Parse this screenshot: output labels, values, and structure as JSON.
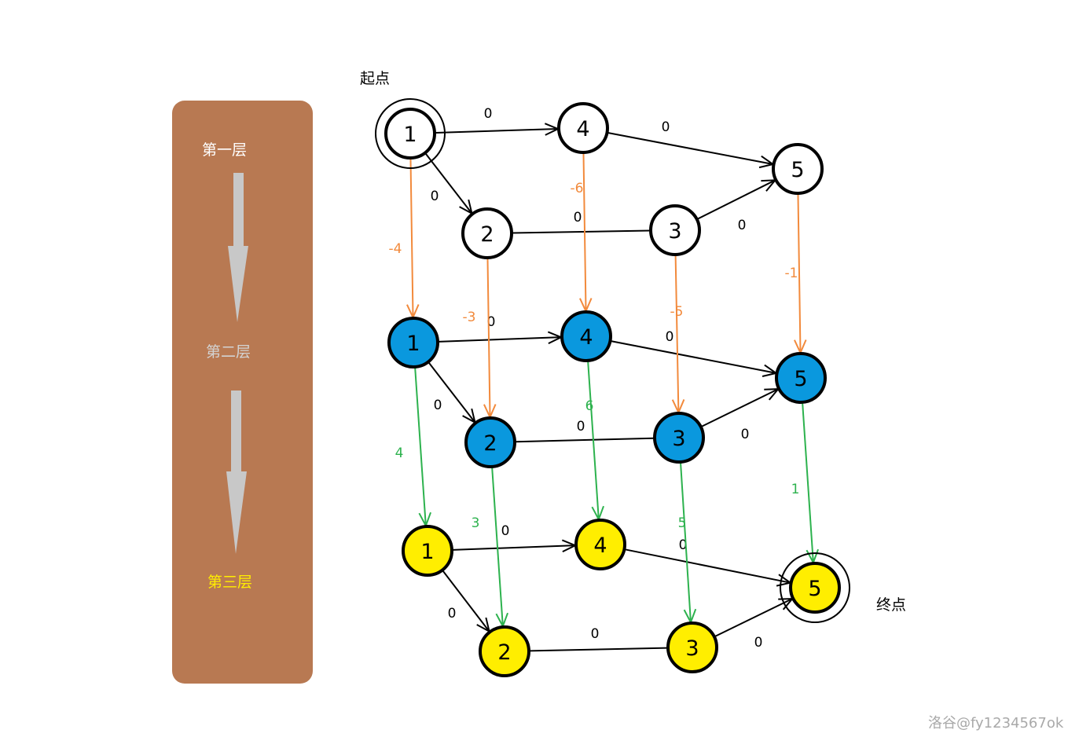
{
  "panel": {
    "layers": [
      {
        "label": "第一层",
        "color": "#ffffff"
      },
      {
        "label": "第二层",
        "color": "#d3d3d3"
      },
      {
        "label": "第三层",
        "color": "#ffee00"
      }
    ]
  },
  "annotations": {
    "start": "起点",
    "end": "终点"
  },
  "watermark": "洛谷@fy1234567ok",
  "colors": {
    "layer1": "#ffffff",
    "layer2": "#0a98de",
    "layer3": "#ffee00",
    "down_edge_1_2": "#f28a3c",
    "down_edge_2_3": "#2db24e",
    "same_layer_edge": "#000000",
    "panel_bg": "#b87952",
    "panel_arrow": "#c8c8c8"
  },
  "graph": {
    "nodes": [
      {
        "id": "L1-1",
        "label": "1",
        "layer": 1
      },
      {
        "id": "L1-2",
        "label": "2",
        "layer": 1
      },
      {
        "id": "L1-3",
        "label": "3",
        "layer": 1
      },
      {
        "id": "L1-4",
        "label": "4",
        "layer": 1
      },
      {
        "id": "L1-5",
        "label": "5",
        "layer": 1
      },
      {
        "id": "L2-1",
        "label": "1",
        "layer": 2
      },
      {
        "id": "L2-2",
        "label": "2",
        "layer": 2
      },
      {
        "id": "L2-3",
        "label": "3",
        "layer": 2
      },
      {
        "id": "L2-4",
        "label": "4",
        "layer": 2
      },
      {
        "id": "L2-5",
        "label": "5",
        "layer": 2
      },
      {
        "id": "L3-1",
        "label": "1",
        "layer": 3
      },
      {
        "id": "L3-2",
        "label": "2",
        "layer": 3
      },
      {
        "id": "L3-3",
        "label": "3",
        "layer": 3
      },
      {
        "id": "L3-4",
        "label": "4",
        "layer": 3
      },
      {
        "id": "L3-5",
        "label": "5",
        "layer": 3
      }
    ],
    "edges": [
      {
        "from": "L1-1",
        "to": "L1-4",
        "weight": "0",
        "kind": "same",
        "arrow": true
      },
      {
        "from": "L1-1",
        "to": "L1-2",
        "weight": "0",
        "kind": "same",
        "arrow": true
      },
      {
        "from": "L1-4",
        "to": "L1-5",
        "weight": "0",
        "kind": "same",
        "arrow": true
      },
      {
        "from": "L1-2",
        "to": "L1-3",
        "weight": "0",
        "kind": "same",
        "arrow": false
      },
      {
        "from": "L1-3",
        "to": "L1-5",
        "weight": "0",
        "kind": "same",
        "arrow": true
      },
      {
        "from": "L2-1",
        "to": "L2-4",
        "weight": "0",
        "kind": "same",
        "arrow": true
      },
      {
        "from": "L2-1",
        "to": "L2-2",
        "weight": "0",
        "kind": "same",
        "arrow": true
      },
      {
        "from": "L2-4",
        "to": "L2-5",
        "weight": "0",
        "kind": "same",
        "arrow": true
      },
      {
        "from": "L2-2",
        "to": "L2-3",
        "weight": "0",
        "kind": "same",
        "arrow": false
      },
      {
        "from": "L2-3",
        "to": "L2-5",
        "weight": "0",
        "kind": "same",
        "arrow": true
      },
      {
        "from": "L3-1",
        "to": "L3-4",
        "weight": "0",
        "kind": "same",
        "arrow": true
      },
      {
        "from": "L3-1",
        "to": "L3-2",
        "weight": "0",
        "kind": "same",
        "arrow": true
      },
      {
        "from": "L3-4",
        "to": "L3-5",
        "weight": "0",
        "kind": "same",
        "arrow": true
      },
      {
        "from": "L3-2",
        "to": "L3-3",
        "weight": "0",
        "kind": "same",
        "arrow": false
      },
      {
        "from": "L3-3",
        "to": "L3-5",
        "weight": "0",
        "kind": "same",
        "arrow": true
      },
      {
        "from": "L1-1",
        "to": "L2-1",
        "weight": "-4",
        "kind": "down12",
        "arrow": true
      },
      {
        "from": "L1-2",
        "to": "L2-2",
        "weight": "-3",
        "kind": "down12",
        "arrow": true
      },
      {
        "from": "L1-4",
        "to": "L2-4",
        "weight": "-6",
        "kind": "down12",
        "arrow": true
      },
      {
        "from": "L1-3",
        "to": "L2-3",
        "weight": "-5",
        "kind": "down12",
        "arrow": true
      },
      {
        "from": "L1-5",
        "to": "L2-5",
        "weight": "-1",
        "kind": "down12",
        "arrow": true
      },
      {
        "from": "L2-1",
        "to": "L3-1",
        "weight": "4",
        "kind": "down23",
        "arrow": true
      },
      {
        "from": "L2-2",
        "to": "L3-2",
        "weight": "3",
        "kind": "down23",
        "arrow": true
      },
      {
        "from": "L2-4",
        "to": "L3-4",
        "weight": "6",
        "kind": "down23",
        "arrow": true
      },
      {
        "from": "L2-3",
        "to": "L3-3",
        "weight": "5",
        "kind": "down23",
        "arrow": true
      },
      {
        "from": "L2-5",
        "to": "L3-5",
        "weight": "1",
        "kind": "down23",
        "arrow": true
      }
    ]
  }
}
